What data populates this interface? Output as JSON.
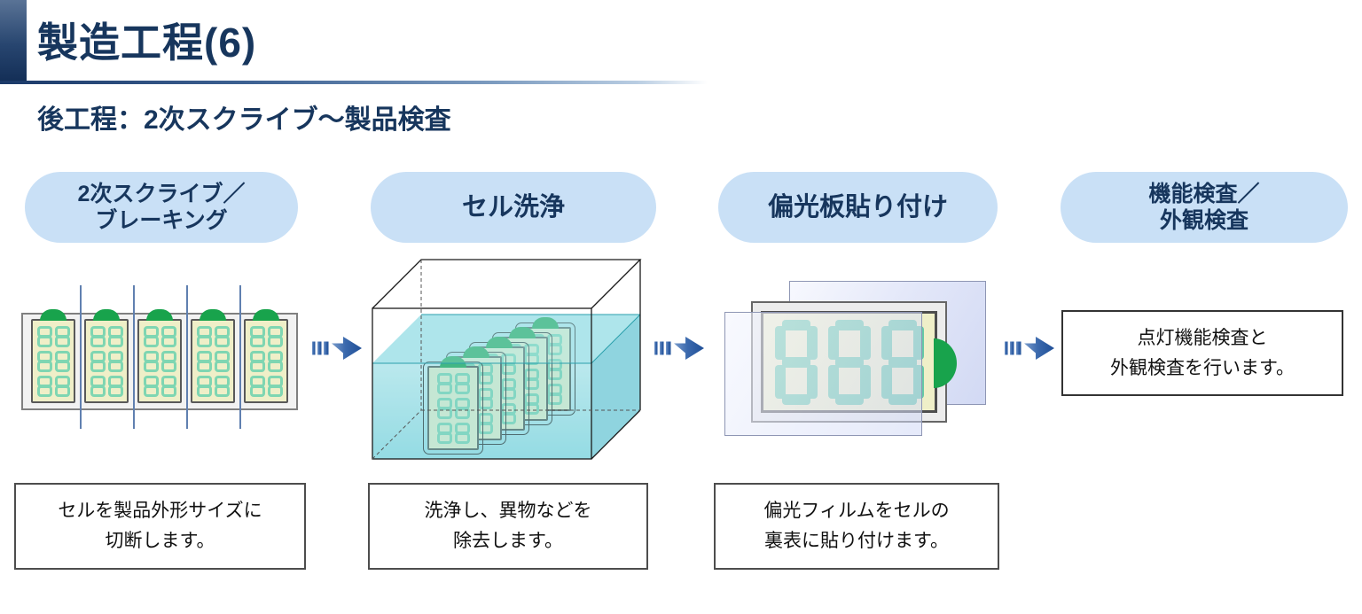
{
  "header": {
    "title": "製造工程(6)",
    "subtitle": "後工程：2次スクライブ～製品検査"
  },
  "steps": [
    {
      "key": "secondary-scribe-breaking",
      "pill_lines": [
        "2次スクライブ／",
        "ブレーキング"
      ],
      "desc_lines": [
        "セルを製品外形サイズに",
        "切断します。"
      ]
    },
    {
      "key": "cell-cleaning",
      "pill_lines": [
        "セル洗浄"
      ],
      "desc_lines": [
        "洗浄し、異物などを",
        "除去します。"
      ]
    },
    {
      "key": "polarizer-attachment",
      "pill_lines": [
        "偏光板貼り付け"
      ],
      "desc_lines": [
        "偏光フィルムをセルの",
        "裏表に貼り付けます。"
      ]
    },
    {
      "key": "function-appearance-inspection",
      "pill_lines": [
        "機能検査／",
        "外観検査"
      ],
      "desc_lines": [
        "点灯機能検査と",
        "外観検査を行います。"
      ]
    }
  ],
  "illustrations": {
    "strip_cell_count": 5,
    "tank_cell_count": 5,
    "display_digits": "888"
  },
  "colors": {
    "title_navy": "#17365D",
    "pill_blue": "#C9E0F6",
    "arrow_blue": "#2E5FA3",
    "clip_green": "#18A34C",
    "segment_teal": "#7FD6B2",
    "lcd_face_yellow": "#EFEFC8",
    "water_cyan": "#9ADDE4",
    "cut_line_blue": "#6080B0"
  }
}
